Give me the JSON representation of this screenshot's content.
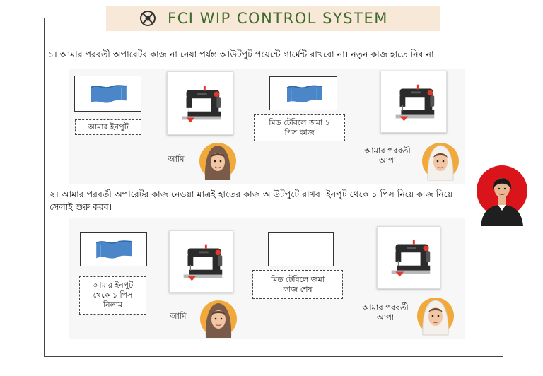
{
  "header": {
    "title": "FCI  WIP CONTROL  SYSTEM",
    "icon": "brand-emblem-icon"
  },
  "rule_1": {
    "text": "১। আমার পরবতী অপারেটর কাজ না নেয়া পর্যন্ত আউটপুট পয়েন্টে গার্মেন্ট রাখবো না। নতুন কাজ হাতে নিব না।",
    "input_label": "আমার ইনপুট",
    "mid_table_label": "মিড টেবিলে জমা ১ পিস কাজ",
    "me_label": "আমি",
    "next_operator_label": "আমার পরবর্তী আপা"
  },
  "rule_2": {
    "text": "২। আমার পরবর্তী অপারেটর কাজ নেওয়া মাত্রই হাতের কাজ আউটপুটে রাখব। ইনপুট থেকে ১ পিস নিয়ে কাজ নিয়ে সেলাই শুরু করব।",
    "input_label": "আমার ইনপুট থেকে ১ পিস নিলাম",
    "mid_table_label": "মিড টেবিলে জমা কাজ শেষ",
    "me_label": "আমি",
    "next_operator_label": "আমার পরবর্তী আপা"
  },
  "colors": {
    "title_green": "#3f6b2d",
    "title_bg": "#f7e8d7",
    "fabric_blue": "#4a86c8",
    "machine_black": "#2b2b2b",
    "accent_red": "#e03a2f",
    "corner_circle_red": "#d9141b"
  }
}
